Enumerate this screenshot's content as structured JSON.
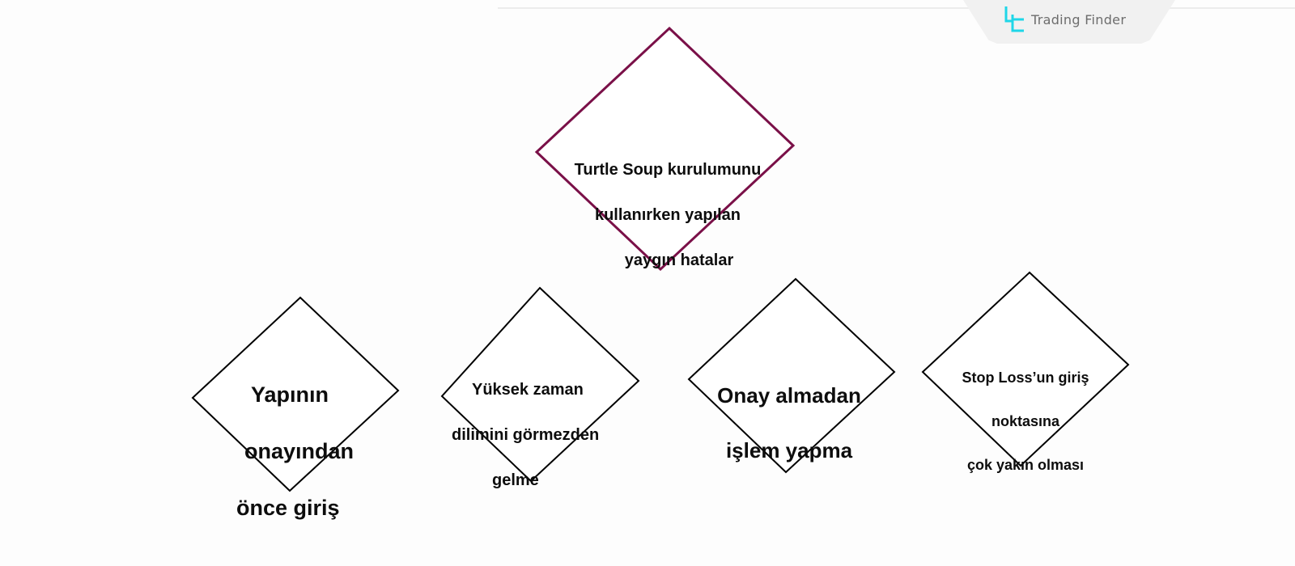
{
  "brand": {
    "name": "Trading Finder",
    "logo_icon": "trading-finder-logo-icon",
    "logo_color": "#1fd6e8"
  },
  "diagram": {
    "root": {
      "lines": [
        "Turtle Soup kurulumunu",
        "kullanırken yapılan",
        "yaygın hatalar"
      ],
      "border_color": "#7a1048"
    },
    "children": [
      {
        "lines": [
          "Yapının",
          "onayından",
          "önce giriş"
        ]
      },
      {
        "lines": [
          "Yüksek zaman",
          "dilimini görmezden",
          "gelme"
        ]
      },
      {
        "lines": [
          "Onay almadan",
          "işlem yapma"
        ]
      },
      {
        "lines": [
          "Stop Loss’un giriş",
          "noktasına",
          "çok yakın olması"
        ]
      }
    ],
    "child_border_color": "#000000"
  }
}
